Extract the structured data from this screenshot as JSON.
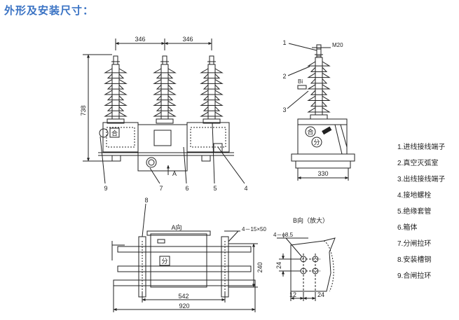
{
  "title": "外形及安装尺寸：",
  "front_view": {
    "dim_346_left": "346",
    "dim_346_right": "346",
    "dim_738": "738",
    "badge_he": "合",
    "arrow_a": "A",
    "callouts": [
      "9",
      "7",
      "6",
      "5",
      "4"
    ]
  },
  "side_view": {
    "callouts": [
      "1",
      "2",
      "3"
    ],
    "m20": "M20",
    "bi": "Bi",
    "badge_he": "合",
    "badge_fen": "分",
    "dim_330": "330"
  },
  "top_view": {
    "callout_8": "8",
    "a_direction": "A向",
    "slot_spec": "4－15×50",
    "badge_fen": "分",
    "dim_240": "240",
    "dim_542": "542",
    "dim_920": "920"
  },
  "b_view": {
    "title": "B向（放大）",
    "hole_spec": "4－ϕ8.5",
    "dim_24_v": "24",
    "dim_12": "12",
    "dim_24_h": "24"
  },
  "legend": [
    "1.进线接线端子",
    "2.真空灭弧室",
    "3.出线接线端子",
    "4.接地螺栓",
    "5.绝缘套管",
    "6.箱体",
    "7.分闸拉环",
    "8.安装槽钢",
    "9.合闸拉环"
  ]
}
